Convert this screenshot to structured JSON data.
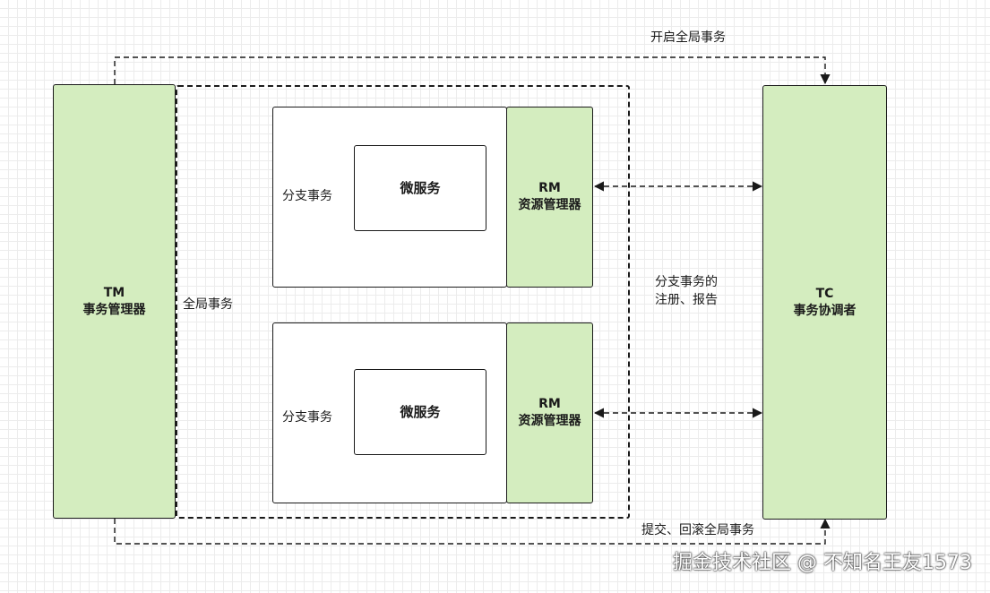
{
  "tm": {
    "code": "TM",
    "name": "事务管理器"
  },
  "tc": {
    "code": "TC",
    "name": "事务协调者"
  },
  "global_transaction_label": "全局事务",
  "branches": [
    {
      "branch_label": "分支事务",
      "service_label": "微服务",
      "rm_code": "RM",
      "rm_name": "资源管理器"
    },
    {
      "branch_label": "分支事务",
      "service_label": "微服务",
      "rm_code": "RM",
      "rm_name": "资源管理器"
    }
  ],
  "edges": {
    "start_global": "开启全局事务",
    "commit_rollback": "提交、回滚全局事务",
    "branch_register_line1": "分支事务的",
    "branch_register_line2": "注册、报告"
  },
  "watermark": "掘金技术社区 @ 不知名王友1573",
  "colors": {
    "green_fill": "#d4edbf",
    "stroke": "#1a1a1a",
    "grid": "#ececec"
  }
}
